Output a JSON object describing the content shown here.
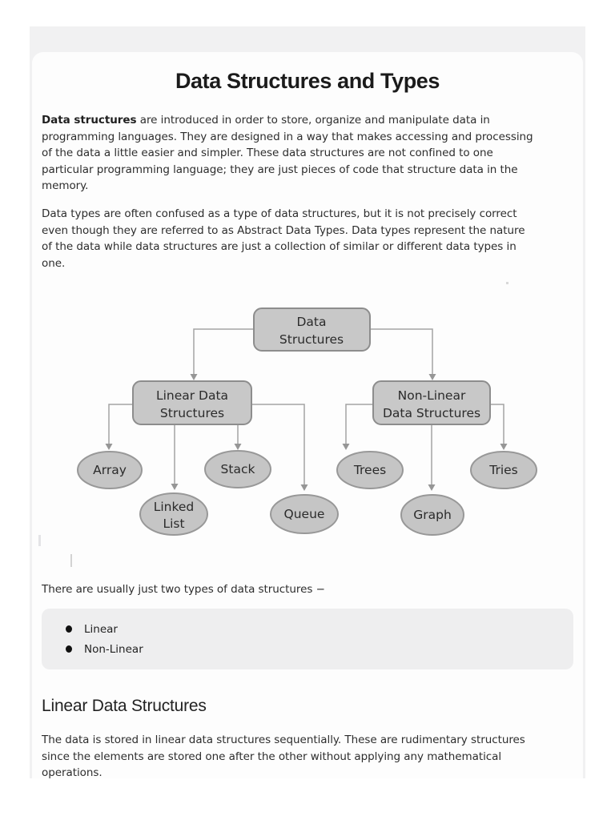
{
  "doc": {
    "title": "Data Structures and Types",
    "intro": {
      "lead": "Data structures",
      "lines": [
        " are introduced in order to store, organize and manipulate data in",
        "programming languages. They are designed in a way that makes accessing and processing",
        "of the data a little easier and simpler. These data structures are not confined to one",
        "particular programming language; they are just pieces of code that structure data in the",
        "memory."
      ]
    },
    "types_paragraph": {
      "lines": [
        "Data types are often confused as a type of data structures, but it is not precisely correct",
        "even though they are referred to as Abstract Data Types. Data types represent the nature",
        "of the data while data structures are just a collection of similar or different data types in",
        "one."
      ]
    },
    "types_intro": "There are usually just two types of data structures −",
    "types_list": [
      "Linear",
      "Non-Linear"
    ],
    "section_heading": "Linear Data Structures",
    "section_paragraph": {
      "lines": [
        "The data is stored in linear data structures sequentially. These are rudimentary structures",
        "since the elements are stored one after the other without applying any mathematical",
        "operations."
      ]
    },
    "diagram": {
      "root": {
        "l1": "Data",
        "l2": "Structures"
      },
      "linear": {
        "l1": "Linear Data",
        "l2": "Structures"
      },
      "nonlinear": {
        "l1": "Non-Linear",
        "l2": "Data Structures"
      },
      "leaves": [
        {
          "l1": "Array",
          "l2": ""
        },
        {
          "l1": "Linked",
          "l2": "List"
        },
        {
          "l1": "Stack",
          "l2": ""
        },
        {
          "l1": "Queue",
          "l2": ""
        },
        {
          "l1": "Trees",
          "l2": ""
        },
        {
          "l1": "Graph",
          "l2": ""
        },
        {
          "l1": "Tries",
          "l2": ""
        }
      ]
    },
    "colors": {
      "page_bg": "#ffffff",
      "panel_bg": "#f1f1f2",
      "card_bg": "#fdfdfd",
      "node_fill": "#c8c8c8",
      "node_border": "#8d8d8d",
      "connector": "#a3a3a3",
      "list_box_bg": "#eeeeef",
      "body_text": "#2d2d2d"
    }
  }
}
